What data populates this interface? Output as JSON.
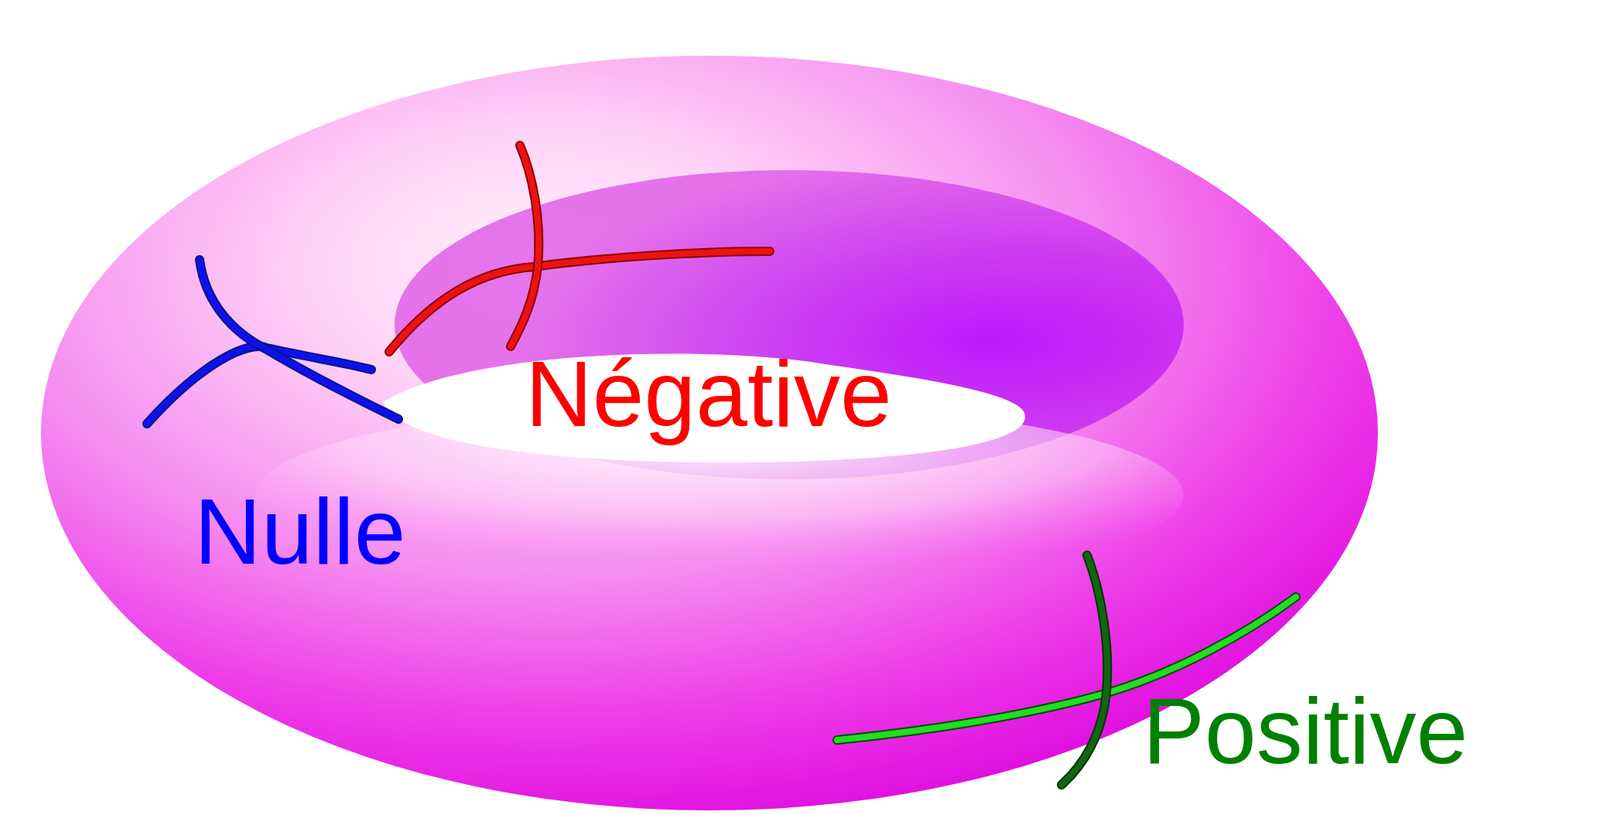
{
  "diagram": {
    "labels": [
      "Négative",
      "Nulle",
      "Positive"
    ]
  }
}
